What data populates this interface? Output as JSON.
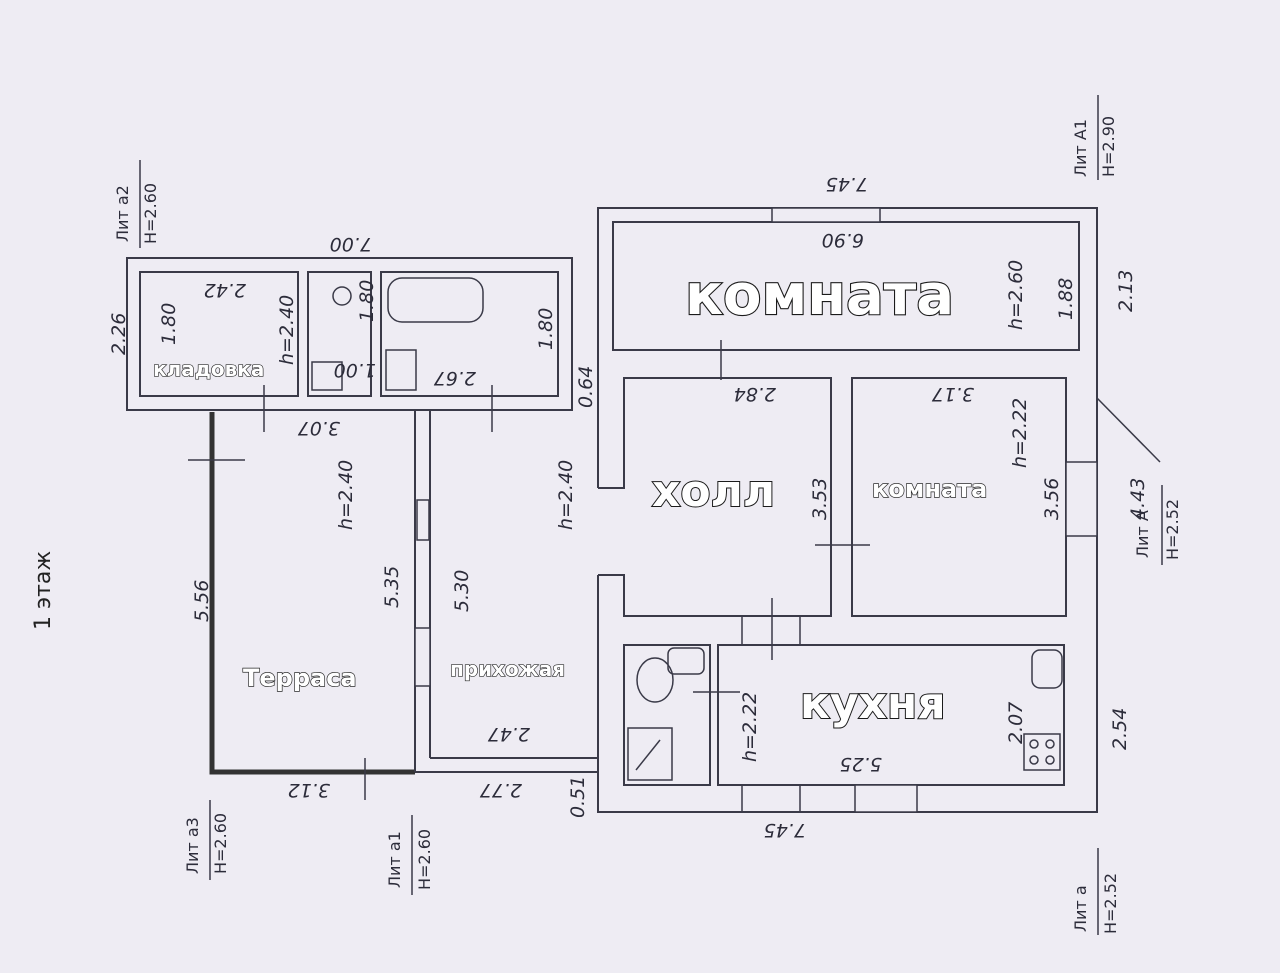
{
  "floor_title": "1 этаж",
  "rooms": {
    "big_room": "комната",
    "hall": "холл",
    "room": "комната",
    "kitchen": "кухня",
    "storage": "кладовка",
    "terrace": "Терраса",
    "entrance": "прихожая"
  },
  "lit": {
    "a2": "Лит а2",
    "a2_h": "H=2.60",
    "A1": "Лит А1",
    "A1_h": "H=2.90",
    "A": "Лит А",
    "A_h": "H=2.52",
    "a3": "Лит а3",
    "a3_h": "H=2.60",
    "a1": "Лит а1",
    "a1_h": "H=2.60",
    "a": "Лит а",
    "a_h": "H=2.52"
  },
  "dims": {
    "d_7_00": "7.00",
    "d_2_42": "2.42",
    "d_2_26": "2.26",
    "d_1_80a": "1.80",
    "d_h240a": "h=2.40",
    "d_1_80b": "1.80",
    "d_1_00": "1.00",
    "d_2_67": "2.67",
    "d_1_80c": "1.80",
    "d_3_07": "3.07",
    "d_0_64": "0.64",
    "d_7_45top": "7.45",
    "d_6_90": "6.90",
    "d_h260": "h=2.60",
    "d_1_88": "1.88",
    "d_2_13": "2.13",
    "d_2_84": "2.84",
    "d_3_17": "3.17",
    "d_h222a": "h=2.22",
    "d_3_53": "3.53",
    "d_3_56": "3.56",
    "d_4_43": "4.43",
    "d_5_56": "5.56",
    "d_h240b": "h=2.40",
    "d_5_35": "5.35",
    "d_5_30": "5.30",
    "d_h240c": "h=2.40",
    "d_2_47": "2.47",
    "d_2_77": "2.77",
    "d_3_12": "3.12",
    "d_0_51": "0.51",
    "d_h222b": "h=2.22",
    "d_5_25": "5.25",
    "d_2_07": "2.07",
    "d_2_54": "2.54",
    "d_7_45bot": "7.45"
  }
}
